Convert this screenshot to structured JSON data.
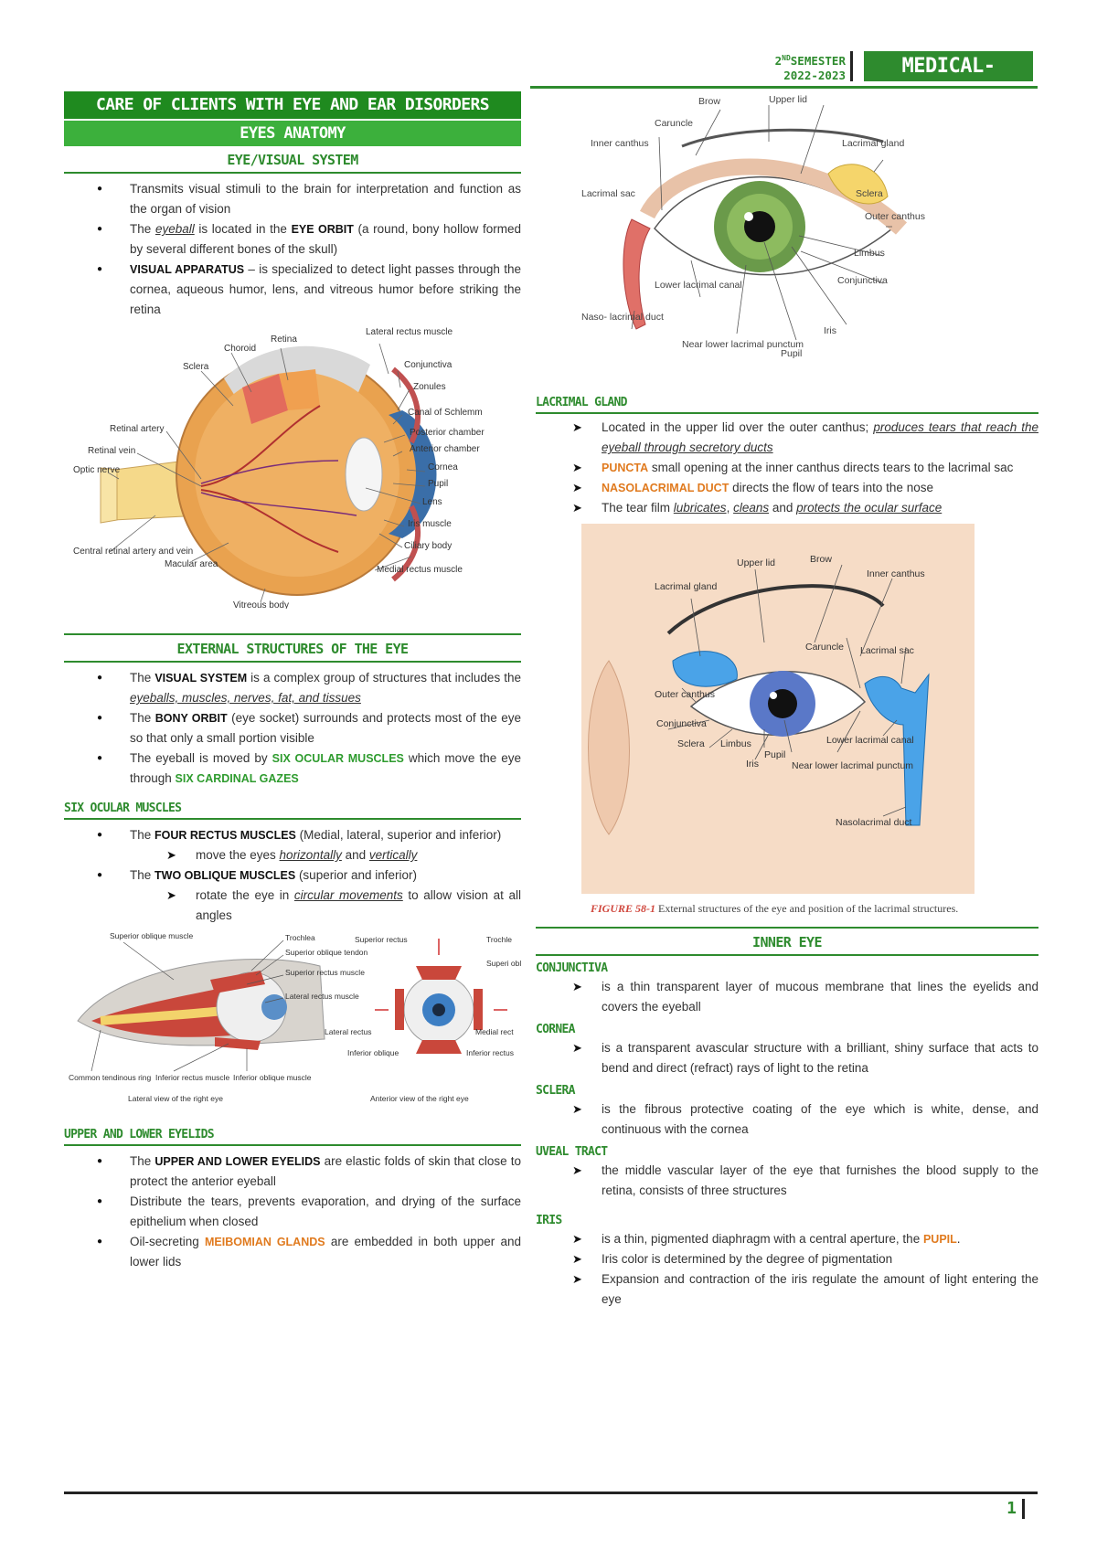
{
  "header": {
    "semester_num": "2",
    "semester_sup": "ND",
    "semester_word": "SEMESTER",
    "year": "2022-2023",
    "course": "MEDICAL-SURGICAL"
  },
  "left": {
    "banner1": "CARE OF CLIENTS WITH EYE AND EAR DISORDERS",
    "banner2": "EYES ANATOMY",
    "section1": {
      "title": "EYE/VISUAL SYSTEM",
      "b1": "Transmits visual stimuli to the brain for interpretation and function as the organ of vision",
      "b2_pre": "The ",
      "b2_u": "eyeball",
      "b2_mid": " is located in the ",
      "b2_bold": "EYE ORBIT",
      "b2_post": " (a round, bony hollow formed by several different bones of the skull)",
      "b3_bold": "VISUAL APPARATUS",
      "b3_post": " – is specialized to detect light passes through the cornea, aqueous humor, lens, and vitreous humor before striking the retina"
    },
    "fig1_labels": {
      "retina": "Retina",
      "choroid": "Choroid",
      "lateral_rectus": "Lateral rectus muscle",
      "sclera": "Sclera",
      "conjunctiva": "Conjunctiva",
      "zonules": "Zonules",
      "canal": "Canal of Schlemm",
      "posterior": "Posterior chamber",
      "anterior": "Anterior chamber",
      "cornea": "Cornea",
      "pupil": "Pupil",
      "lens": "Lens",
      "iris_muscle": "Iris muscle",
      "ciliary": "Ciliary body",
      "medial_rectus": "Medial rectus muscle",
      "vitreous": "Vitreous body",
      "macular": "Macular area",
      "central": "Central retinal artery and vein",
      "optic": "Optic nerve",
      "retinal_vein": "Retinal vein",
      "retinal_artery": "Retinal artery"
    },
    "section2": {
      "title": "EXTERNAL STRUCTURES OF THE EYE",
      "b1_pre": "The ",
      "b1_bold": "VISUAL SYSTEM",
      "b1_mid": " is a complex group of structures that includes the ",
      "b1_u": "eyeballs, muscles, nerves, fat, and tissues",
      "b2_pre": "The ",
      "b2_bold": "BONY ORBIT",
      "b2_post": " (eye socket) surrounds and protects most of the eye so that only a small portion visible",
      "b3_pre": "The eyeball is moved by ",
      "b3_green": "SIX OCULAR MUSCLES",
      "b3_mid": " which move the eye through ",
      "b3_green2": "SIX CARDINAL GAZES"
    },
    "section3": {
      "title": "SIX OCULAR MUSCLES",
      "b1_pre": "The ",
      "b1_bold": "FOUR RECTUS MUSCLES",
      "b1_post": " (Medial, lateral, superior and inferior)",
      "b1_sub_pre": "move the eyes ",
      "b1_sub_u1": "horizontally",
      "b1_sub_mid": " and ",
      "b1_sub_u2": "vertically",
      "b2_pre": "The ",
      "b2_bold": "TWO OBLIQUE MUSCLES",
      "b2_post": " (superior and inferior)",
      "b2_sub_pre": "rotate the eye in ",
      "b2_sub_u": "circular movements",
      "b2_sub_post": " to allow vision at all angles"
    },
    "fig2_labels": {
      "sup_oblique": "Superior oblique muscle",
      "trochlea": "Trochlea",
      "sup_oblique_tendon": "Superior oblique tendon",
      "sup_rectus": "Superior rectus muscle",
      "lat_rectus": "Lateral rectus muscle",
      "common": "Common tendinous ring",
      "inf_rectus": "Inferior rectus muscle",
      "inf_oblique": "Inferior oblique muscle",
      "lateral_view": "Lateral view of the right eye",
      "b_sup_rectus": "Superior rectus",
      "b_trochlea": "Trochle",
      "b_sup_obl": "Superi obliqu",
      "b_lat_rectus": "Lateral rectus",
      "b_med_rectus": "Medial rect",
      "b_inf_obl": "Inferior oblique",
      "b_inf_rectus": "Inferior rectus",
      "anterior_view": "Anterior view of the right eye"
    },
    "section4": {
      "title": "UPPER AND LOWER EYELIDS",
      "b1_pre": "The ",
      "b1_bold": "UPPER AND LOWER EYELIDS",
      "b1_post": " are elastic folds of skin that close to protect the anterior eyeball",
      "b2": "Distribute the tears, prevents evaporation, and drying of the surface epithelium when closed",
      "b3_pre": "Oil-secreting ",
      "b3_orange": "MEIBOMIAN GLANDS",
      "b3_post": " are embedded in both upper and lower lids"
    }
  },
  "right": {
    "fig3_labels": {
      "brow": "Brow",
      "upper_lid": "Upper lid",
      "caruncle": "Caruncle",
      "inner_canthus": "Inner canthus",
      "lacrimal_gland": "Lacrimal gland",
      "lacrimal_sac": "Lacrimal sac",
      "sclera": "Sclera",
      "outer_canthus": "Outer canthus",
      "limbus": "Limbus",
      "conjunctiva": "Conjunctiva",
      "lower_canal": "Lower lacrimal canal",
      "naso": "Naso- lacrimal duct",
      "near_lower": "Near lower lacrimal punctum",
      "pupil": "Pupil",
      "iris": "Iris"
    },
    "lacrimal": {
      "title": "LACRIMAL GLAND",
      "a1_pre": "Located in the upper lid over the outer canthus; ",
      "a1_u": "produces tears that reach the eyeball through secretory ducts",
      "a2_orange": "PUNCTA",
      "a2_post": " small opening at the inner canthus directs tears to the lacrimal sac",
      "a3_orange": "NASOLACRIMAL DUCT",
      "a3_post": " directs the flow of tears into the nose",
      "a4_pre": "The tear film ",
      "a4_u1": "lubricates",
      "a4_c1": ", ",
      "a4_u2": "cleans",
      "a4_mid": " and ",
      "a4_u3": "protects the ocular surface"
    },
    "fig4_labels": {
      "upper_lid": "Upper lid",
      "brow": "Brow",
      "inner_canthus": "Inner canthus",
      "lacrimal_gland": "Lacrimal gland",
      "caruncle": "Caruncle",
      "lacrimal_sac": "Lacrimal sac",
      "outer_canthus": "Outer canthus",
      "conjunctiva": "Conjunctiva",
      "sclera": "Sclera",
      "limbus": "Limbus",
      "iris": "Iris",
      "pupil": "Pupil",
      "lower_canal": "Lower lacrimal canal",
      "near_lower": "Near lower lacrimal punctum",
      "naso": "Nasolacrimal duct"
    },
    "fig4_caption_num": "FIGURE 58-1",
    "fig4_caption": "External structures of the eye and position of the lacrimal structures.",
    "inner": {
      "title": "INNER EYE",
      "conj_title": "CONJUNCTIVA",
      "conj": "is a thin transparent layer of mucous membrane that lines the eyelids and covers the eyeball",
      "cornea_title": "CORNEA",
      "cornea": "is a transparent avascular structure with a brilliant, shiny surface that acts to bend and direct (refract) rays of light to the retina",
      "sclera_title": "SCLERA",
      "sclera": "is the fibrous protective coating of the eye which is white, dense, and continuous with the cornea",
      "uveal_title": "UVEAL TRACT",
      "uveal": "the middle vascular layer of the eye that furnishes the blood supply to the retina, consists of three structures",
      "iris_title": "IRIS",
      "iris1_pre": "is a thin, pigmented diaphragm with a central aperture, the ",
      "iris1_orange": "PUPIL",
      "iris1_post": ".",
      "iris2": "Iris color is determined by the degree of pigmentation",
      "iris3": "Expansion and contraction of the iris regulate the amount of light entering the eye"
    }
  },
  "footer": {
    "page": "1"
  },
  "colors": {
    "green": "#2e8b2e",
    "orange": "#e07a1e"
  }
}
